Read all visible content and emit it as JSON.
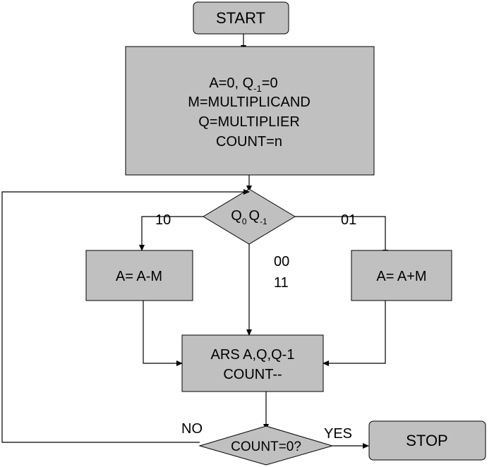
{
  "flowchart": {
    "start": "START",
    "init": {
      "line1_prefix": "A=0, Q",
      "line1_sub": "-1",
      "line1_suffix": "=0",
      "line2": "M=MULTIPLICAND",
      "line3": "Q=MULTIPLIER",
      "line4": "COUNT=n"
    },
    "decision": {
      "q": "Q",
      "sub0": "0",
      "sub1": "-1"
    },
    "branch_left_label": "10",
    "branch_right_label": "01",
    "branch_mid_label_1": "00",
    "branch_mid_label_2": "11",
    "subtract": "A= A-M",
    "add": "A= A+M",
    "shift": {
      "line1": "ARS A,Q,Q-1",
      "line2": "COUNT--"
    },
    "count_check": "COUNT=0?",
    "no_label": "NO",
    "yes_label": "YES",
    "stop": "STOP"
  },
  "colors": {
    "node_fill": "#c0c0c0",
    "line": "#000000"
  }
}
